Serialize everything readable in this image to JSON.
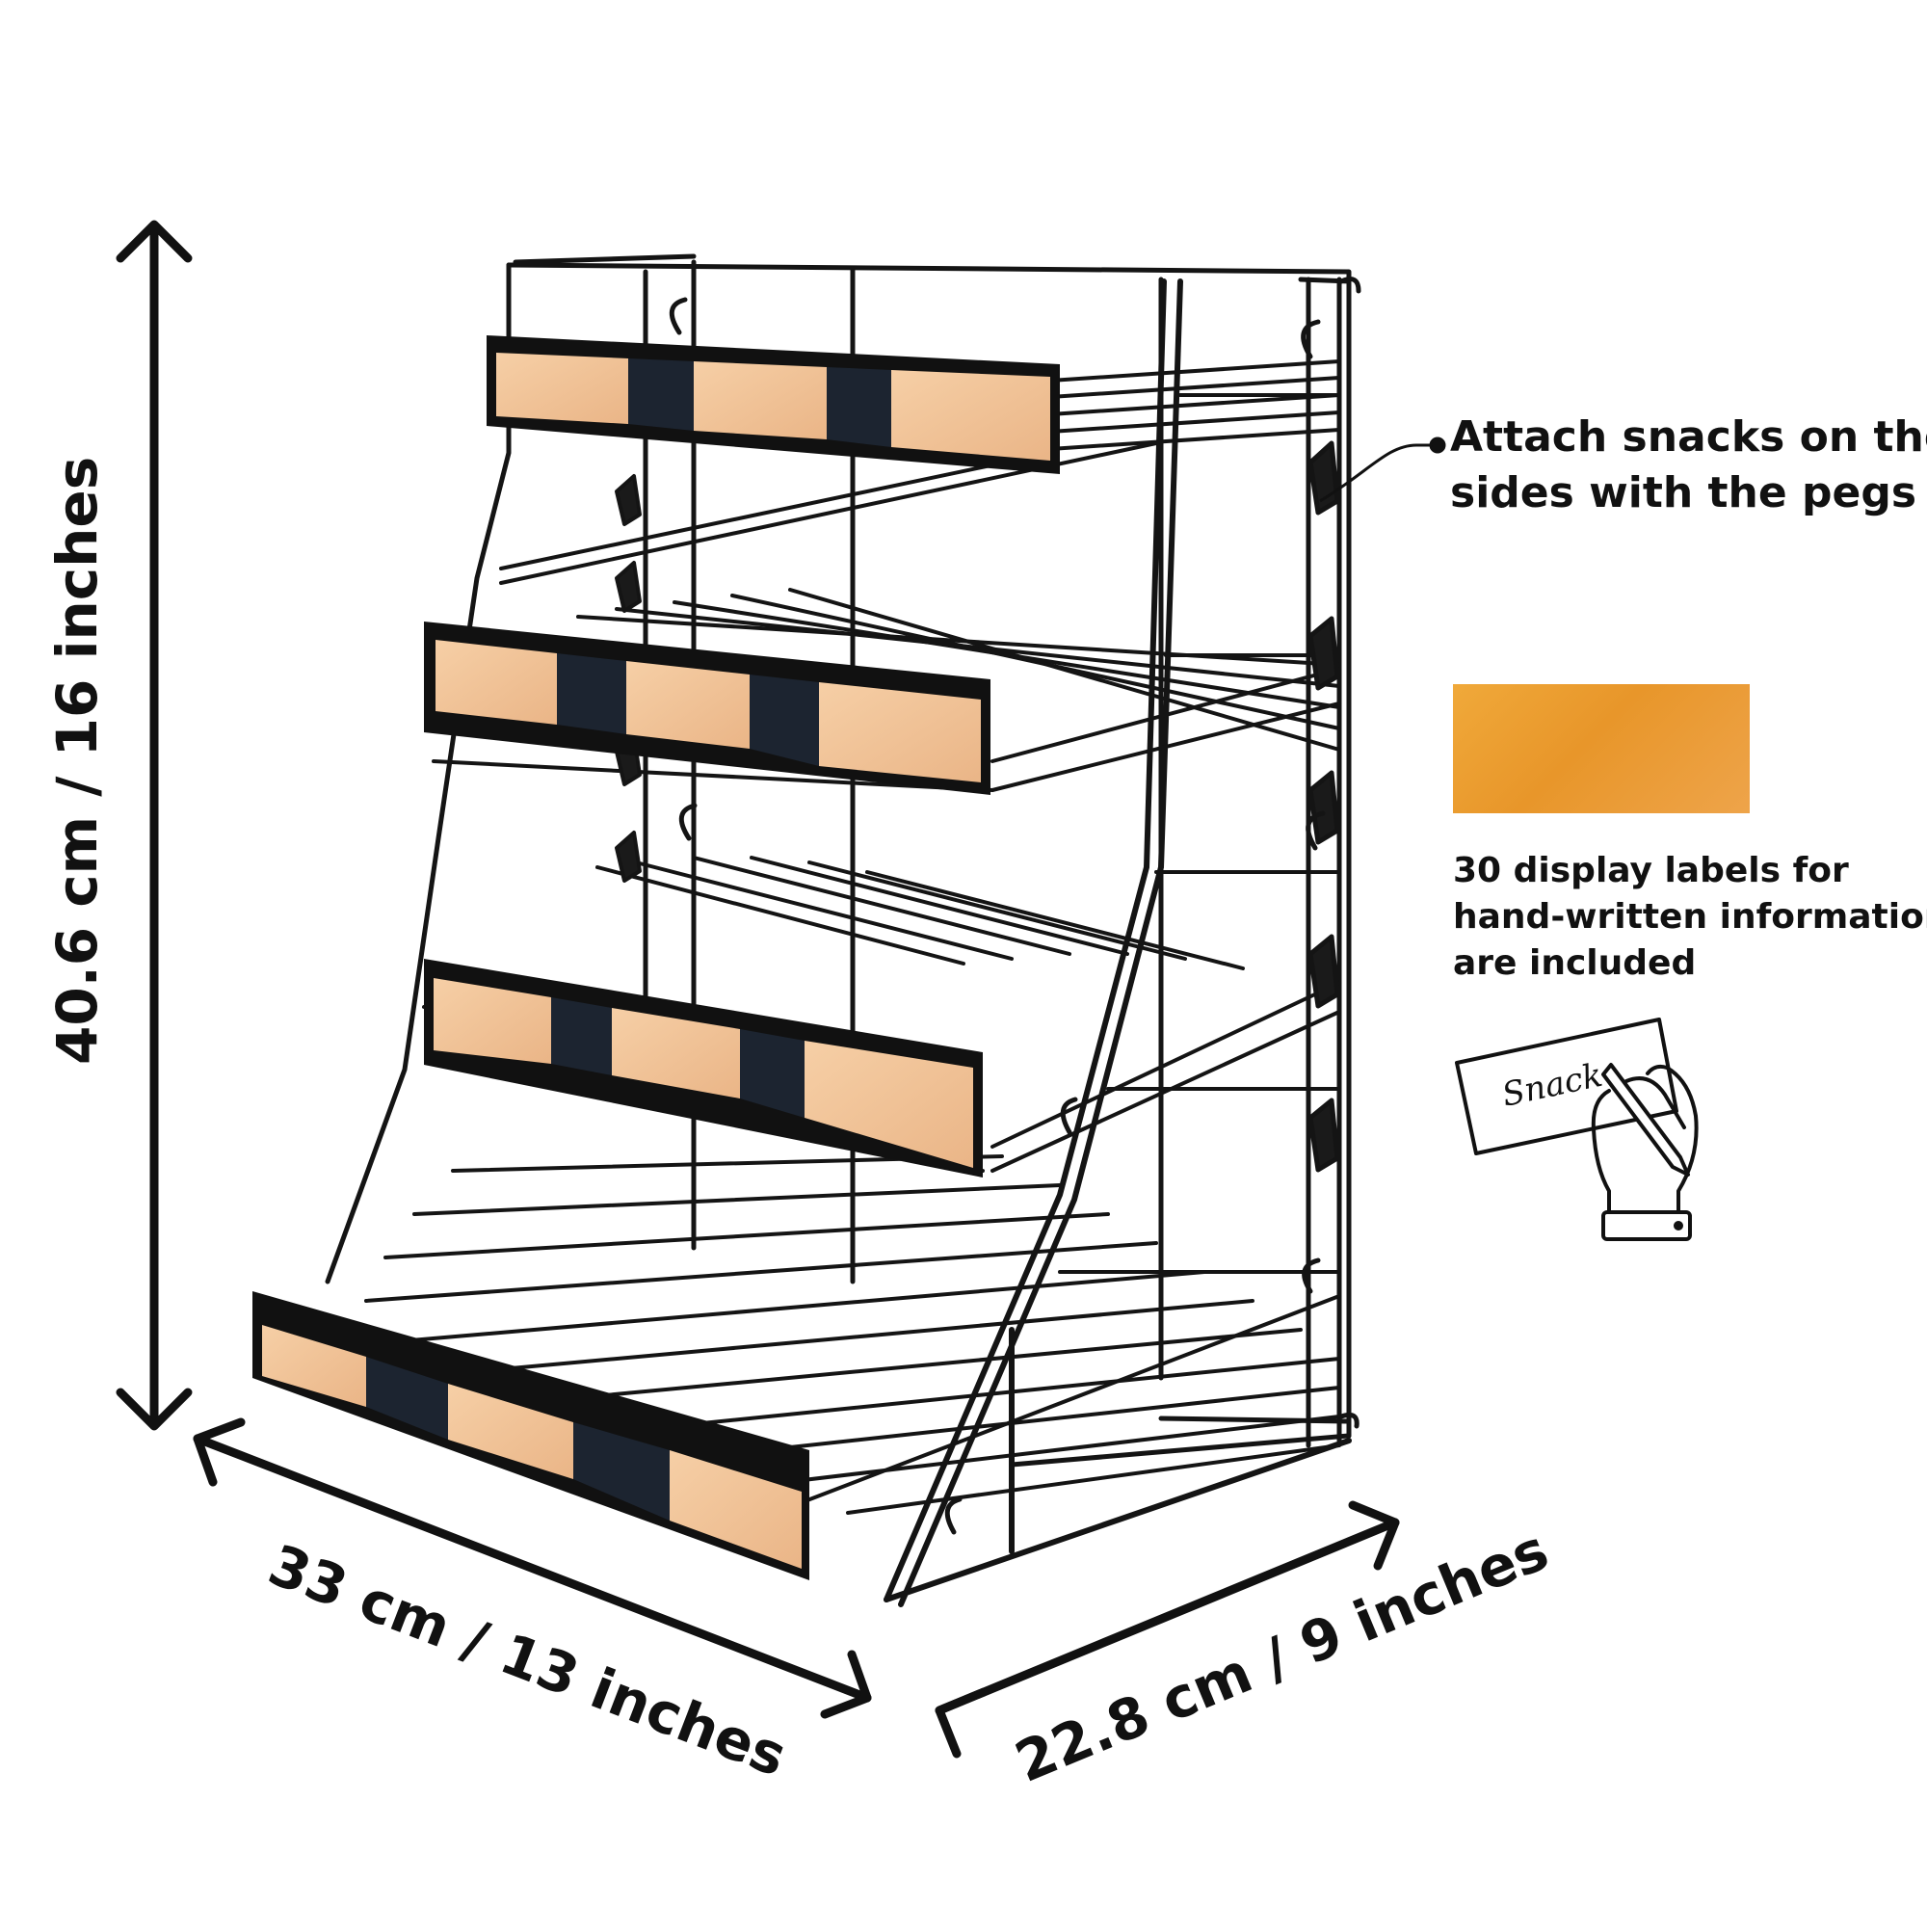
{
  "dimensions": {
    "height": "40.6 cm / 16 inches",
    "width": "33 cm / 13 inches",
    "depth": "22.8 cm / 9 inches"
  },
  "callouts": {
    "pegs": [
      "Attach snacks on the",
      "sides with the pegs"
    ],
    "labels": [
      "30 display labels for",
      "hand-written information",
      "are included"
    ]
  },
  "card_text": "Snack",
  "colors": {
    "label_orange": "#e9a13c",
    "label_tile_peach": "#f3c49a",
    "wire_black": "#141414",
    "stripe_navy": "#1c2430"
  }
}
